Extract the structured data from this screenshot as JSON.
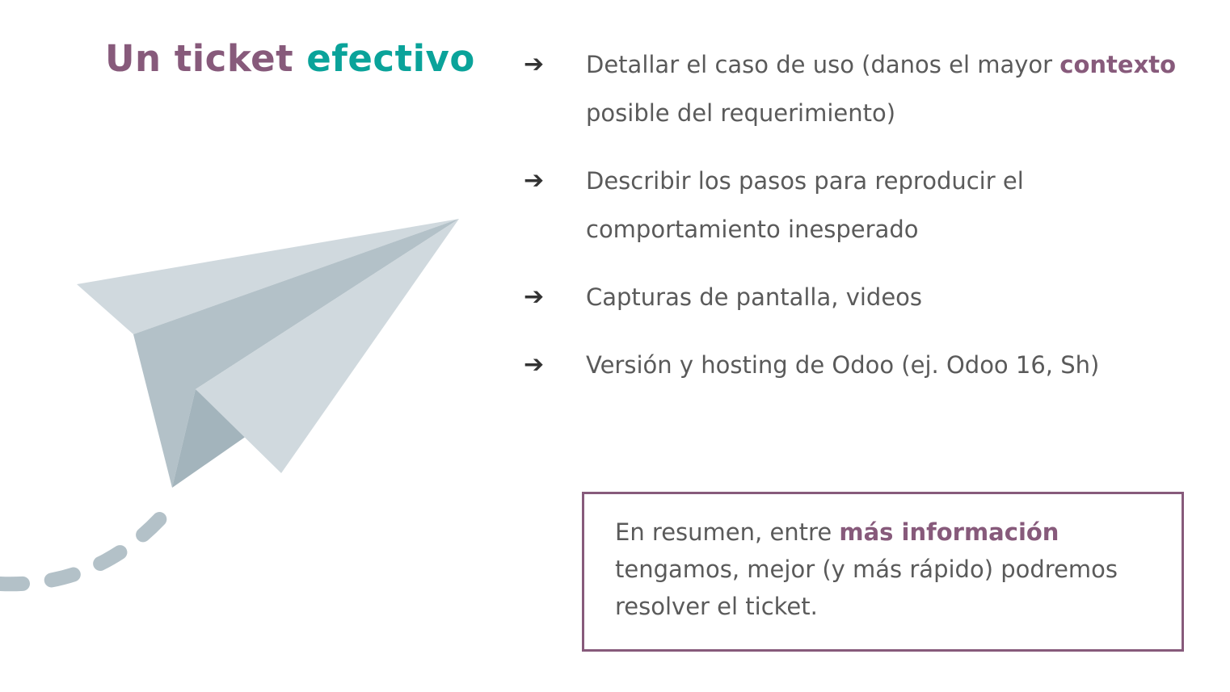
{
  "title": {
    "part1": "Un ticket",
    "part2": "efectivo"
  },
  "colors": {
    "accent_purple": "#875a7b",
    "accent_teal": "#0aa39a",
    "text_gray": "#5a5a5a",
    "plane_light": "#d0d9de",
    "plane_mid": "#b3c1c8",
    "plane_dark": "#a3b4bc"
  },
  "icons": {
    "bullet": "arrow-right-icon",
    "illustration": "paper-plane-icon"
  },
  "bullets": [
    {
      "arrow": "➔",
      "text_before": "Detallar el caso de uso (danos el mayor ",
      "emphasis": "contexto",
      "text_after": " posible del requerimiento)"
    },
    {
      "arrow": "➔",
      "text_before": "Describir los pasos para reproducir el comportamiento inesperado",
      "emphasis": "",
      "text_after": ""
    },
    {
      "arrow": "➔",
      "text_before": "Capturas de pantalla, videos",
      "emphasis": "",
      "text_after": ""
    },
    {
      "arrow": "➔",
      "text_before": "Versión y hosting de Odoo (ej. Odoo 16, Sh)",
      "emphasis": "",
      "text_after": ""
    }
  ],
  "summary": {
    "text_before": "En resumen, entre ",
    "emphasis": "más información",
    "text_after": " tengamos, mejor (y más rápido) podremos resolver el ticket."
  }
}
